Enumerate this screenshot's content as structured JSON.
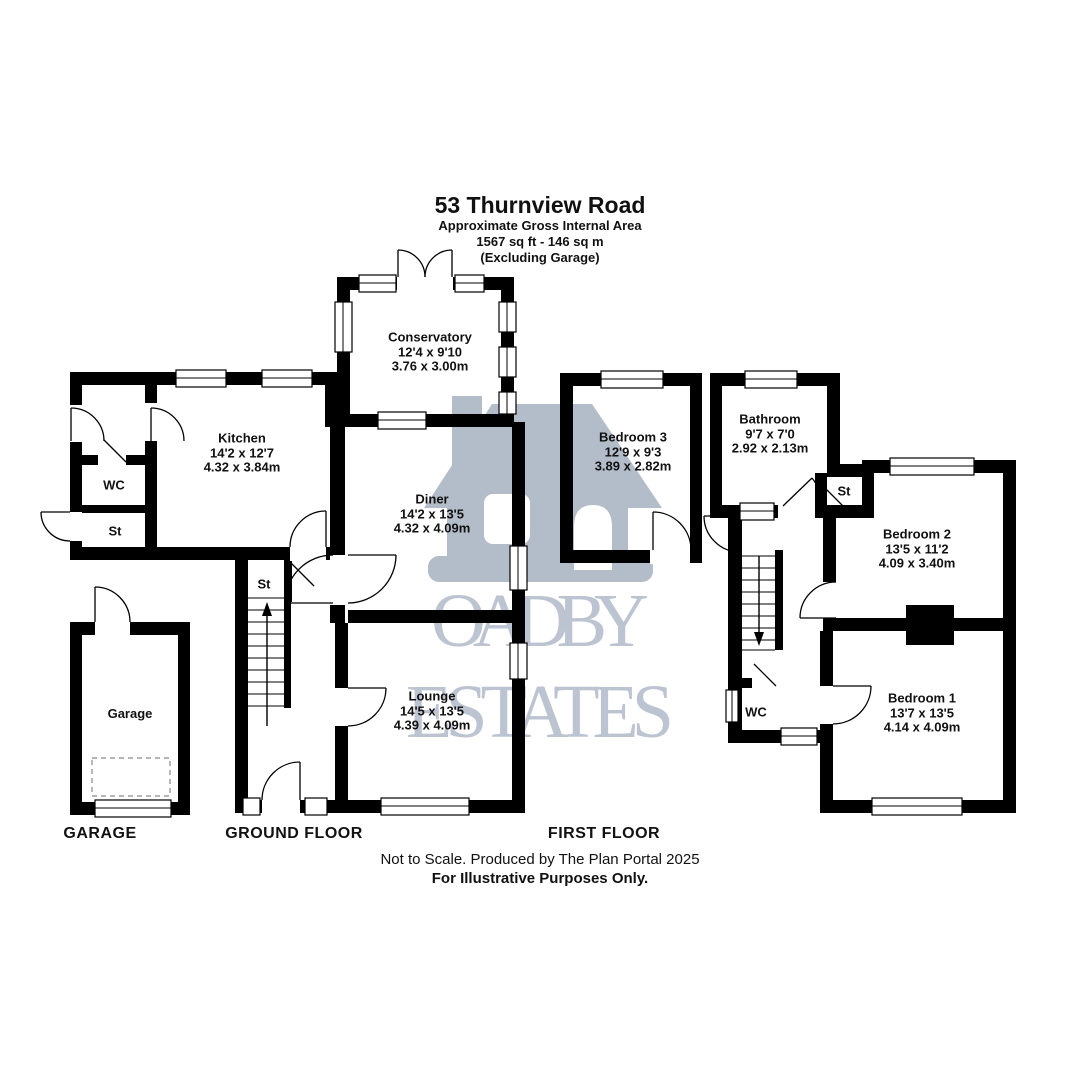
{
  "title": {
    "line1": "53 Thurnview Road",
    "line2": "Approximate Gross Internal Area",
    "line3": "1567 sq ft - 146 sq m",
    "line4": "(Excluding Garage)"
  },
  "watermark": {
    "line1": "OADBY",
    "line2": "ESTATES",
    "house_color": "#b3bcc9",
    "text_color": "#bdc4d1"
  },
  "rooms": {
    "conservatory": {
      "name": "Conservatory",
      "imperial": "12'4 x 9'10",
      "metric": "3.76 x 3.00m"
    },
    "kitchen": {
      "name": "Kitchen",
      "imperial": "14'2 x 12'7",
      "metric": "4.32 x 3.84m"
    },
    "diner": {
      "name": "Diner",
      "imperial": "14'2 x 13'5",
      "metric": "4.32 x 4.09m"
    },
    "lounge": {
      "name": "Lounge",
      "imperial": "14'5 x 13'5",
      "metric": "4.39 x 4.09m"
    },
    "garage": {
      "name": "Garage"
    },
    "bedroom3": {
      "name": "Bedroom 3",
      "imperial": "12'9 x 9'3",
      "metric": "3.89 x 2.82m"
    },
    "bathroom": {
      "name": "Bathroom",
      "imperial": "9'7 x 7'0",
      "metric": "2.92 x 2.13m"
    },
    "bedroom2": {
      "name": "Bedroom 2",
      "imperial": "13'5 x 11'2",
      "metric": "4.09 x 3.40m"
    },
    "bedroom1": {
      "name": "Bedroom 1",
      "imperial": "13'7 x 13'5",
      "metric": "4.14 x 4.09m"
    },
    "wc_ground": "WC",
    "st_hall": "St",
    "st_stairs": "St",
    "wc_first": "WC",
    "st_first": "St"
  },
  "floor_labels": {
    "garage": "GARAGE",
    "ground": "GROUND FLOOR",
    "first": "FIRST FLOOR"
  },
  "footer": {
    "line1": "Not to Scale. Produced by The Plan Portal 2025",
    "line2": "For Illustrative Purposes Only."
  }
}
